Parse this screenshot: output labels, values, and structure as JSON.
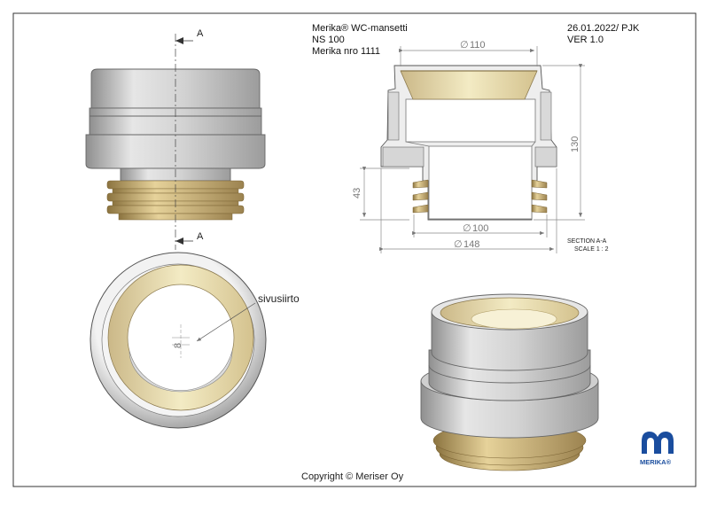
{
  "title_block": {
    "line1": "Merika® WC-mansetti",
    "line2": "NS 100",
    "line3": "Merika nro 1111",
    "date": "26.01.2022/ PJK",
    "version": "VER 1.0"
  },
  "section_marker": {
    "top": "A",
    "bottom": "A"
  },
  "dimensions": {
    "d110": "110",
    "d100": "100",
    "d148": "148",
    "h130": "130",
    "h43": "43",
    "offset8": "8",
    "diameter_symbol": "∅"
  },
  "section_label": {
    "line1": "SECTION A-A",
    "line2": "SCALE 1 : 2"
  },
  "callout": {
    "label": "sivusiirto"
  },
  "copyright": "Copyright © Meriser Oy",
  "logo": {
    "text": "MERIKA®"
  },
  "colors": {
    "gray_light": "#e8e8e8",
    "gray_mid": "#bdbdbd",
    "gray_dark": "#8c8c8c",
    "tan": "#e9deb0",
    "gold": "#c9ad6d",
    "logo_blue": "#1a4d9e"
  }
}
